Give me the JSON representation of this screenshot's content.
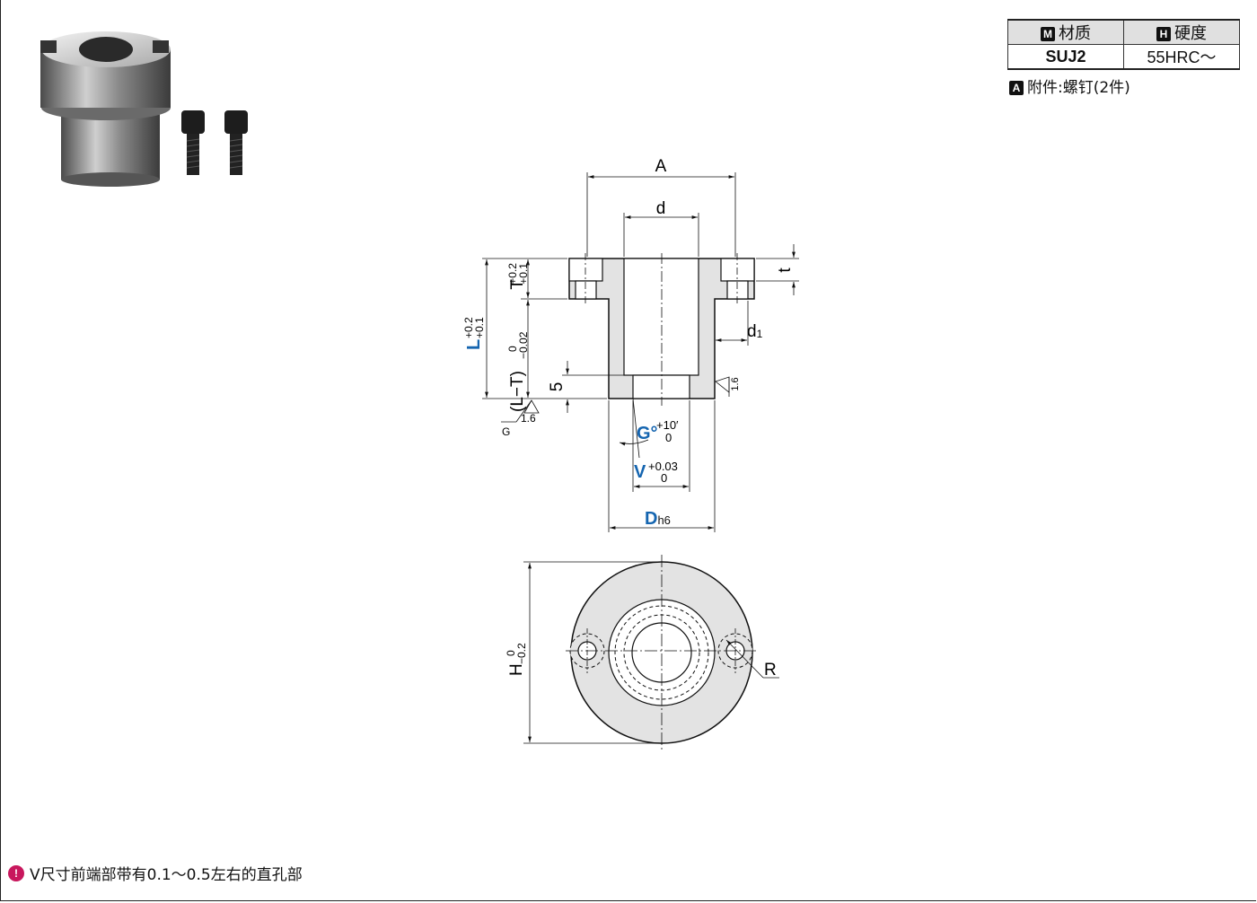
{
  "spec_table": {
    "material_header": "材质",
    "material_icon": "M",
    "hardness_header": "硬度",
    "hardness_icon": "H",
    "material_value": "SUJ2",
    "hardness_value": "55HRC～"
  },
  "accessory": {
    "icon": "A",
    "text": "附件:螺钉(2件)"
  },
  "note": {
    "icon": "exclamation-icon",
    "text": "V尺寸前端部带有0.1～0.5左右的直孔部"
  },
  "dimensions": {
    "A": "A",
    "d": "d",
    "t": "t",
    "T_letter": "T",
    "T_tol_upper": "+0.2",
    "T_tol_lower": "+0.1",
    "L_letter": "L",
    "L_tol_upper": "+0.2",
    "L_tol_lower": "+0.1",
    "LT_letter": "(L−T)",
    "LT_tol_upper": "0",
    "LT_tol_lower": "−0.02",
    "five": "5",
    "d1_letter": "d",
    "d1_sub": "1",
    "roughness_side": "1.6",
    "roughness_bottom": "1.6",
    "roughness_bottom_label": "G",
    "G_letter": "G°",
    "G_tol_upper": "+10′",
    "G_tol_lower": "0",
    "V_letter": "V",
    "V_tol_upper": "+0.03",
    "V_tol_lower": "0",
    "D_letter": "D",
    "D_sub": "h6",
    "H_letter": "H",
    "H_tol_upper": "0",
    "H_tol_lower": "−0.2",
    "R": "R"
  },
  "colors": {
    "accent_blue": "#1565b0",
    "section_fill": "#e3e3e3",
    "note_icon": "#c8175d"
  }
}
